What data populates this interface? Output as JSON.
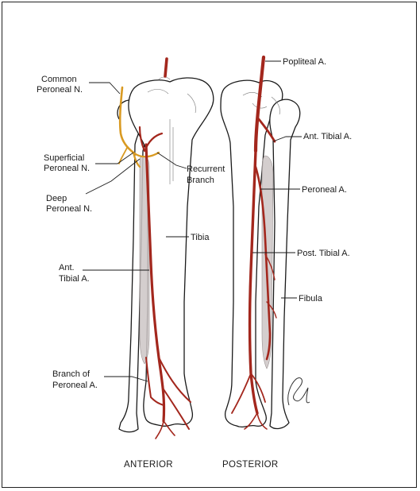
{
  "figure": {
    "labels": {
      "common_peroneal_n": [
        "Common",
        "Peroneal N."
      ],
      "superficial_peroneal_n": [
        "Superficial",
        "Peroneal N."
      ],
      "deep_peroneal_n": [
        "Deep",
        "Peroneal N."
      ],
      "ant_tibial_a_left": [
        "Ant.",
        "Tibial A."
      ],
      "branch_of_peroneal_a": [
        "Branch of",
        "Peroneal A."
      ],
      "recurrent_branch": [
        "Recurrent",
        "Branch"
      ],
      "tibia": "Tibia",
      "popliteal_a": "Popliteal A.",
      "ant_tibial_a_right": "Ant. Tibial A.",
      "peroneal_a": "Peroneal A.",
      "post_tibial_a": "Post. Tibial A.",
      "fibula": "Fibula"
    },
    "captions": {
      "anterior": "ANTERIOR",
      "posterior": "POSTERIOR"
    }
  },
  "colors": {
    "artery": "#a3271d",
    "nerve": "#d99a22",
    "interosseous_membrane": "#cdc6c6"
  }
}
